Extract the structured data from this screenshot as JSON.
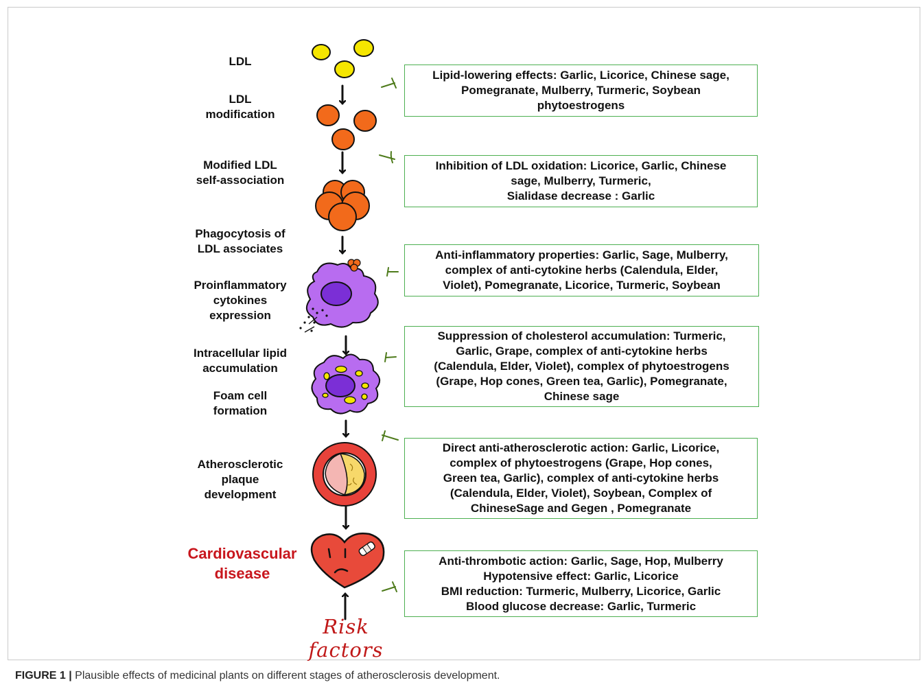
{
  "stages": [
    "LDL",
    "LDL\nmodification",
    "Modified LDL\nself-association",
    "Phagocytosis of\nLDL associates",
    "Proinflammatory\ncytokines\nexpression",
    "Intracellular lipid\naccumulation",
    "Foam cell\nformation",
    "Atherosclerotic\nplaque\ndevelopment"
  ],
  "outcome": "Cardiovascular\ndisease",
  "risk_factors": "Risk factors",
  "effects": [
    "Lipid-lowering effects: Garlic, Licorice, Chinese sage,\nPomegranate, Mulberry, Turmeric, Soybean\nphytoestrogens",
    "Inhibition of LDL oxidation: Licorice, Garlic, Chinese\nsage, Mulberry,  Turmeric,\nSialidase decrease : Garlic",
    "Anti-inflammatory properties: Garlic, Sage, Mulberry,\ncomplex of anti-cytokine herbs (Calendula, Elder,\nViolet), Pomegranate, Licorice, Turmeric, Soybean",
    "Suppression of cholesterol accumulation: Turmeric,\nGarlic, Grape, complex of anti-cytokine herbs\n(Calendula, Elder, Violet), complex of phytoestrogens\n(Grape, Hop cones, Green tea, Garlic), Pomegranate,\nChinese sage",
    "Direct anti-atherosclerotic action: Garlic, Licorice,\ncomplex of phytoestrogens (Grape, Hop cones,\nGreen tea, Garlic), complex of anti-cytokine herbs\n(Calendula, Elder, Violet), Soybean, Complex of\nChineseSage and Gegen , Pomegranate",
    "Anti-thrombotic action: Garlic, Sage, Hop, Mulberry\nHypotensive effect: Garlic, Licorice\nBMI reduction: Turmeric, Mulberry, Licorice, Garlic\nBlood glucose decrease: Garlic, Turmeric"
  ],
  "caption": {
    "label": "FIGURE 1 |",
    "text": " Plausible effects of medicinal plants on different stages of atherosclerosis development."
  },
  "colors": {
    "ldl": "#f5e600",
    "modified_ldl": "#f26a1b",
    "cell": "#b86cf0",
    "nucleus": "#7b2fd6",
    "plaque_ring": "#e8423a",
    "heart": "#e84a3a",
    "box_border": "#4caf50",
    "inhibitor": "#4d7a1a",
    "outcome_text": "#c8161d"
  }
}
